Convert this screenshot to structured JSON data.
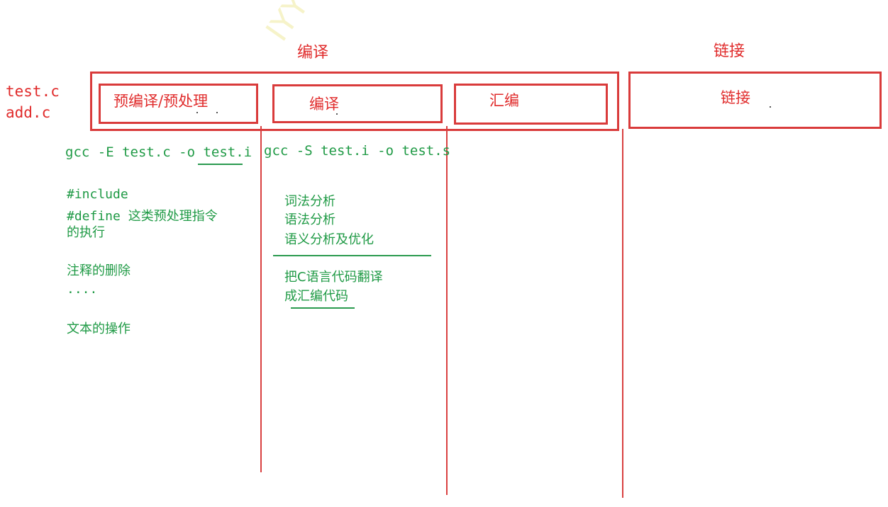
{
  "headers": {
    "compile_group": "编译",
    "link_group": "链接"
  },
  "sources": {
    "file1": "test.c",
    "file2": "add.c"
  },
  "stages": {
    "preprocess": "预编译/预处理",
    "compile": "编译",
    "assemble": "汇编",
    "link": "链接"
  },
  "preprocess_notes": {
    "command": "gcc -E test.c -o test.i",
    "line1": "#include",
    "line2": "#define 这类预处理指令",
    "line3": "的执行",
    "line4": "注释的删除",
    "line5": "....",
    "line6": "文本的操作"
  },
  "compile_notes": {
    "command": "gcc -S test.i -o test.s",
    "line1": "词法分析",
    "line2": "语法分析",
    "line3": "语义分析及优化",
    "line4": "把C语言代码翻译",
    "line5": "成汇编代码"
  },
  "colors": {
    "annotation_red": "#e02b2b",
    "notes_green": "#1f9a45"
  }
}
